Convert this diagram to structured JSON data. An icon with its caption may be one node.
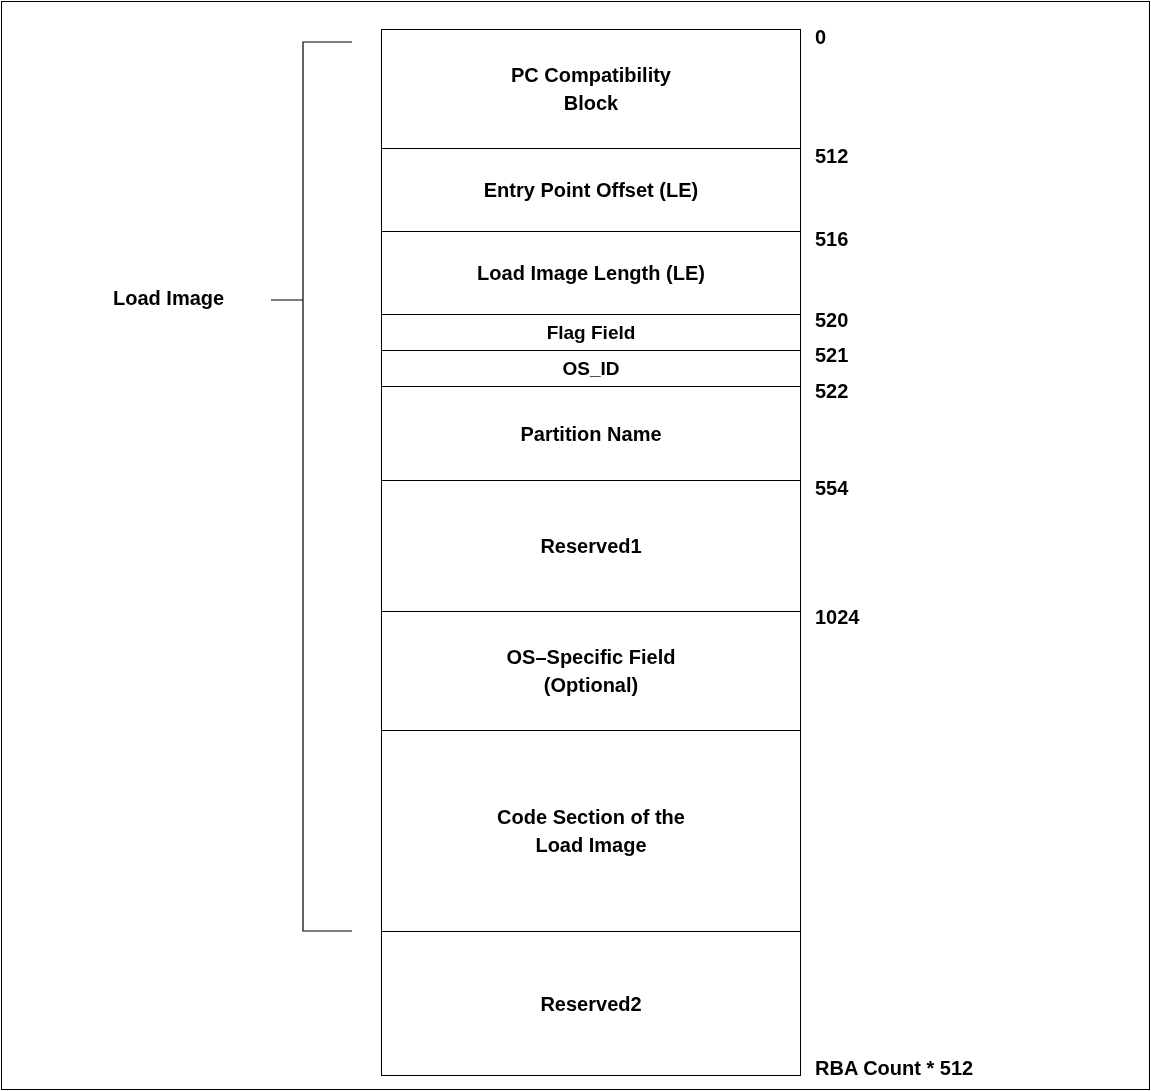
{
  "diagram": {
    "nodes": [
      {
        "text": [
          "PC Compatibility Block"
        ]
      },
      {
        "text": [
          "Entry Point Offset (LE)"
        ]
      },
      {
        "text": [
          "Load Image Length (LE)"
        ]
      },
      {
        "text": [
          "Flag Field"
        ]
      },
      {
        "text": [
          "OS_ID"
        ]
      },
      {
        "text": [
          "Partition Name"
        ]
      },
      {
        "text": [
          "Reserved1"
        ]
      },
      {
        "text": [
          "OS–Specific Field (Optional)"
        ]
      },
      {
        "text": [
          "Code Section of the Load Image"
        ]
      },
      {
        "text": [
          "Reserved2"
        ]
      }
    ],
    "edges": [],
    "labels": [
      "Load Image",
      "0",
      "512",
      "516",
      "520",
      "521",
      "522",
      "554",
      "1024",
      "RBA Count * 512"
    ]
  }
}
